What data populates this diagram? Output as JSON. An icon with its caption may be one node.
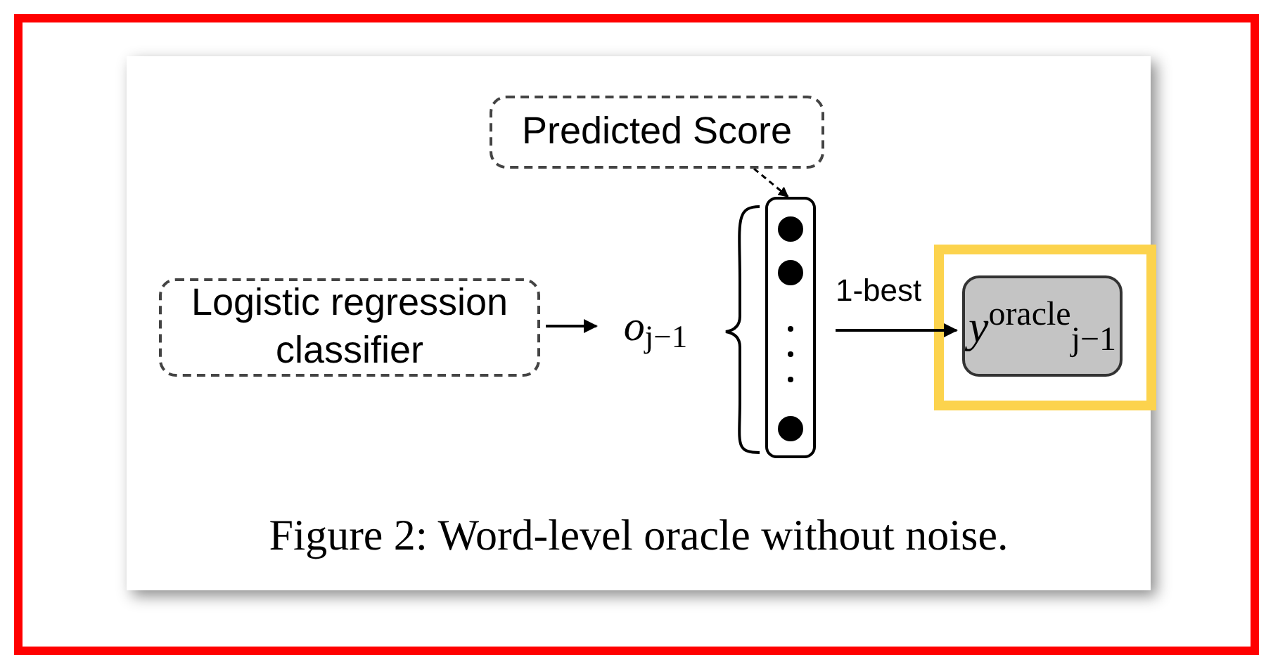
{
  "diagram": {
    "caption": "Figure 2: Word-level oracle without noise.",
    "nodes": [
      {
        "text": [
          "Predicted Score"
        ]
      },
      {
        "text": [
          "Logistic regression classifier"
        ]
      },
      {
        "text": [
          "*o*$_{j−1}$"
        ]
      },
      {
        "text": [],
        "shape": "box"
      },
      {
        "text": [
          "*y*$^{oracle}$$_{j−1}$"
        ]
      }
    ],
    "edges": [
      {
        "from": 1,
        "to": 2,
        "arrow": "to"
      },
      {
        "from": 0,
        "to": 3,
        "arrow": "to",
        "style": "dashed"
      },
      {
        "from": 3,
        "to": 4,
        "arrow": "to",
        "label": "1-best"
      }
    ]
  }
}
